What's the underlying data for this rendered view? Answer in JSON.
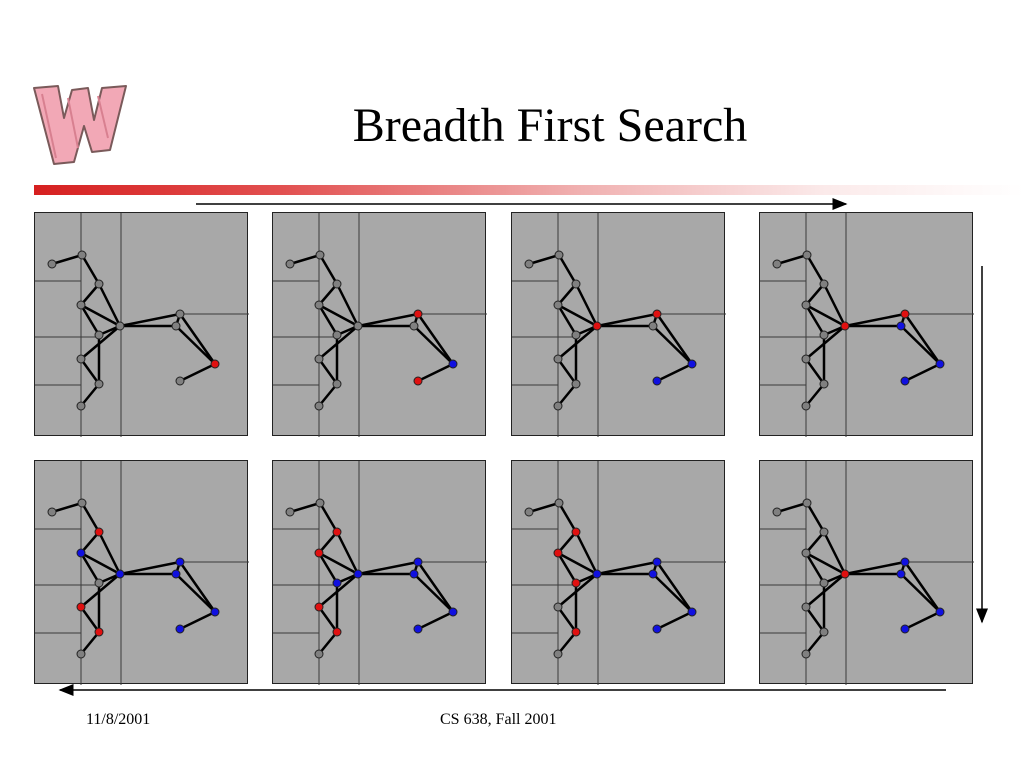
{
  "slide": {
    "title": "Breadth First Search",
    "footer_date": "11/8/2001",
    "footer_course": "CS 638, Fall 2001",
    "logo_icon": "wisconsin-w-logo"
  },
  "colors": {
    "unvisited": "#808080",
    "frontier": "#e01010",
    "visited": "#1010e0",
    "panel_bg": "#a8a8a8",
    "edge": "#000000",
    "title_bar": "#d62020"
  },
  "graph": {
    "nodes": [
      "n0",
      "n1",
      "n2",
      "n3",
      "n4",
      "n5",
      "n6",
      "n7",
      "n8",
      "n9",
      "n10",
      "n11",
      "n12"
    ],
    "edges": [
      [
        "n0",
        "n1"
      ],
      [
        "n1",
        "n2"
      ],
      [
        "n2",
        "n3"
      ],
      [
        "n2",
        "n4"
      ],
      [
        "n3",
        "n4"
      ],
      [
        "n3",
        "n5"
      ],
      [
        "n4",
        "n5"
      ],
      [
        "n4",
        "n6"
      ],
      [
        "n5",
        "n7"
      ],
      [
        "n6",
        "n7"
      ],
      [
        "n7",
        "n8"
      ],
      [
        "n4",
        "n9"
      ],
      [
        "n9",
        "n10"
      ],
      [
        "n4",
        "n10"
      ],
      [
        "n10",
        "n11"
      ],
      [
        "n11",
        "n12"
      ],
      [
        "n9",
        "n11"
      ]
    ]
  },
  "panels": [
    {
      "id": "step-1",
      "states": [
        "u",
        "u",
        "u",
        "u",
        "u",
        "u",
        "u",
        "u",
        "u",
        "u",
        "u",
        "f",
        "u"
      ]
    },
    {
      "id": "step-2",
      "states": [
        "u",
        "u",
        "u",
        "u",
        "u",
        "u",
        "u",
        "u",
        "u",
        "f",
        "u",
        "v",
        "f"
      ]
    },
    {
      "id": "step-3",
      "states": [
        "u",
        "u",
        "u",
        "u",
        "f",
        "u",
        "u",
        "u",
        "u",
        "f",
        "u",
        "v",
        "v"
      ]
    },
    {
      "id": "step-4",
      "states": [
        "u",
        "u",
        "u",
        "u",
        "f",
        "u",
        "u",
        "u",
        "u",
        "f",
        "v",
        "v",
        "v"
      ]
    },
    {
      "id": "step-5",
      "states": [
        "u",
        "u",
        "f",
        "v",
        "v",
        "u",
        "f",
        "f",
        "u",
        "v",
        "v",
        "v",
        "v"
      ]
    },
    {
      "id": "step-6",
      "states": [
        "u",
        "u",
        "f",
        "f",
        "v",
        "v",
        "f",
        "f",
        "u",
        "v",
        "v",
        "v",
        "v"
      ]
    },
    {
      "id": "step-7",
      "states": [
        "u",
        "u",
        "f",
        "f",
        "v",
        "f",
        "u",
        "f",
        "u",
        "v",
        "v",
        "v",
        "v"
      ]
    },
    {
      "id": "step-8",
      "states": [
        "u",
        "u",
        "u",
        "u",
        "f",
        "u",
        "u",
        "u",
        "u",
        "v",
        "v",
        "v",
        "v"
      ]
    }
  ]
}
